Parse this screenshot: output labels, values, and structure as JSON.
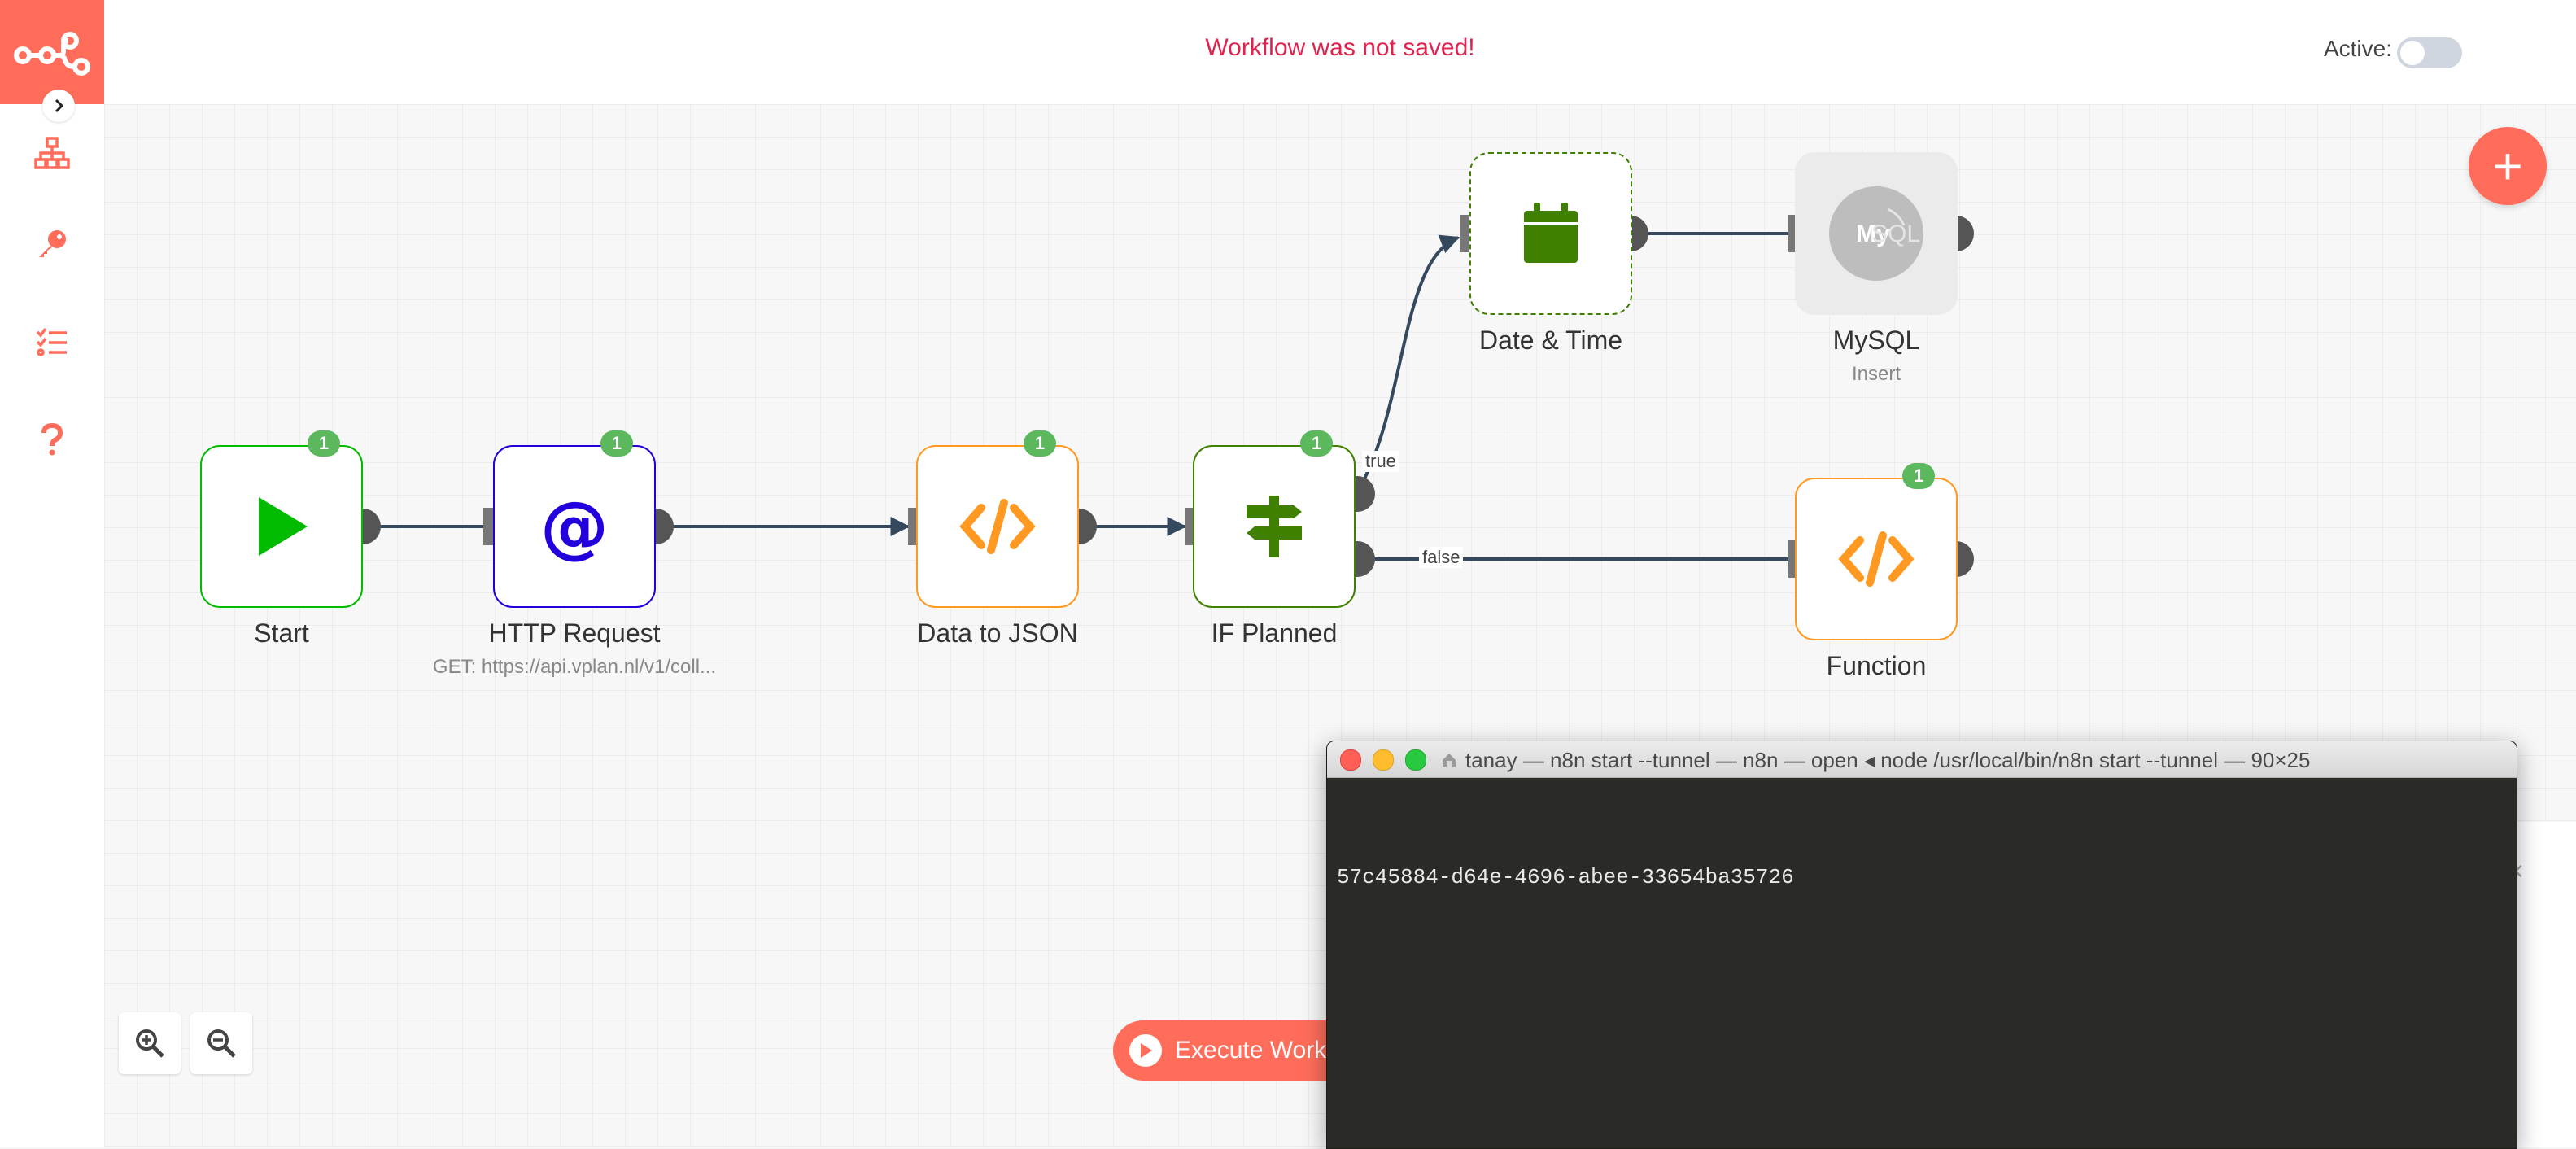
{
  "header": {
    "status": "Workflow was not saved!",
    "active_label": "Active:"
  },
  "sidebar": {
    "items": [
      {
        "icon": "network-icon"
      },
      {
        "icon": "key-icon"
      },
      {
        "icon": "tasks-icon"
      },
      {
        "icon": "question-icon"
      }
    ]
  },
  "nodes": [
    {
      "name": "Start",
      "badge": "1"
    },
    {
      "name": "HTTP Request",
      "subtitle": "GET: https://api.vplan.nl/v1/coll...",
      "badge": "1"
    },
    {
      "name": "Data to JSON",
      "badge": "1"
    },
    {
      "name": "IF Planned",
      "badge": "1"
    },
    {
      "name": "Date & Time"
    },
    {
      "name": "MySQL",
      "subtitle": "Insert"
    },
    {
      "name": "Function",
      "badge": "1"
    }
  ],
  "edges": {
    "true_label": "true",
    "false_label": "false"
  },
  "controls": {
    "execute_label": "Execute Workflow"
  },
  "terminal": {
    "title": "tanay — n8n start --tunnel — n8n — open ◂ node /usr/local/bin/n8n start --tunnel — 90×25",
    "output": "57c45884-d64e-4696-abee-33654ba35726"
  },
  "colors": {
    "brand": "#ff6d5a",
    "error": "#e0234e",
    "start": "#00bb00",
    "http": "#2200dd",
    "function": "#ff9922",
    "if": "#408000",
    "success_badge": "#5cb85c"
  }
}
